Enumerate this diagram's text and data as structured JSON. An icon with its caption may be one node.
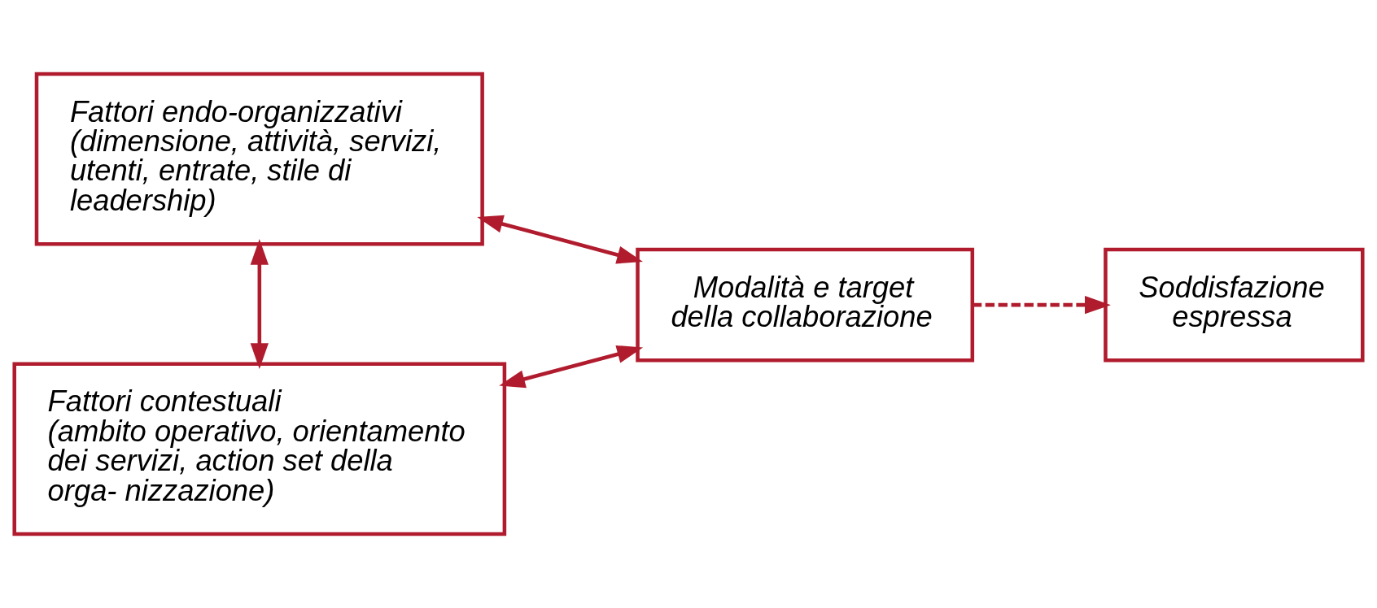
{
  "diagram": {
    "nodes": [
      {
        "text": [
          "Fattori endo-organizzativi",
          "(dimensione, attività, servizi, utenti, entrate, stile di leadership)"
        ]
      },
      {
        "text": [
          "Fattori contestuali",
          "(ambito operativo, orientamento dei servizi, action set della orga- nizzazione)"
        ]
      },
      {
        "text": [
          "Modalità e target della collaborazione"
        ]
      },
      {
        "text": [
          "Soddisfazione espressa"
        ]
      }
    ],
    "edges": [
      {
        "from": 0,
        "to": 2,
        "arrow": "both"
      },
      {
        "from": 0,
        "to": 1,
        "arrow": "both"
      },
      {
        "from": 1,
        "to": 2,
        "arrow": "both"
      },
      {
        "from": 2,
        "to": 3,
        "arrow": "to",
        "style": "dashed"
      }
    ]
  }
}
